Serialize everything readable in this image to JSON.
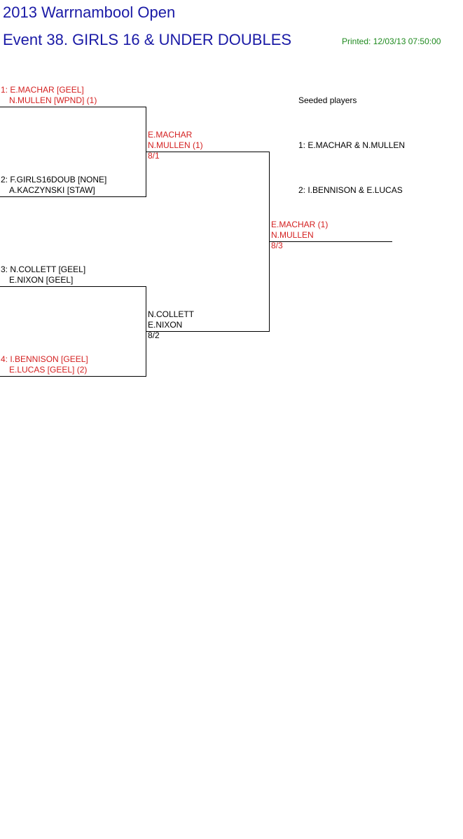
{
  "header": {
    "tournament": "2013 Warrnambool Open",
    "event": "Event 38. GIRLS 16 & UNDER DOUBLES",
    "printed": "Printed: 12/03/13 07:50:00"
  },
  "colors": {
    "title": "#1a1aa6",
    "printed": "#1f8a1f",
    "winner": "#d42020",
    "normal": "#000000",
    "line": "#000000"
  },
  "round1": [
    {
      "seed_pos": "1: E.MACHAR [GEEL]",
      "partner": "N.MULLEN [WPND] (1)",
      "winner": true
    },
    {
      "seed_pos": "2: F.GIRLS16DOUB [NONE]",
      "partner": "A.KACZYNSKI [STAW]",
      "winner": false
    },
    {
      "seed_pos": "3: N.COLLETT [GEEL]",
      "partner": "E.NIXON [GEEL]",
      "winner": false
    },
    {
      "seed_pos": "4: I.BENNISON [GEEL]",
      "partner": "E.LUCAS [GEEL] (2)",
      "winner": true
    }
  ],
  "round2": [
    {
      "player1": "E.MACHAR",
      "player2": "N.MULLEN (1)",
      "score": "8/1",
      "winner": true
    },
    {
      "player1": "N.COLLETT",
      "player2": "E.NIXON",
      "score": "8/2",
      "winner": false
    }
  ],
  "final": {
    "player1": "E.MACHAR (1)",
    "player2": "N.MULLEN",
    "score": "8/3",
    "winner": true
  },
  "seeded": {
    "heading": "Seeded players",
    "items": [
      "1: E.MACHAR & N.MULLEN",
      "2: I.BENNISON & E.LUCAS"
    ]
  }
}
